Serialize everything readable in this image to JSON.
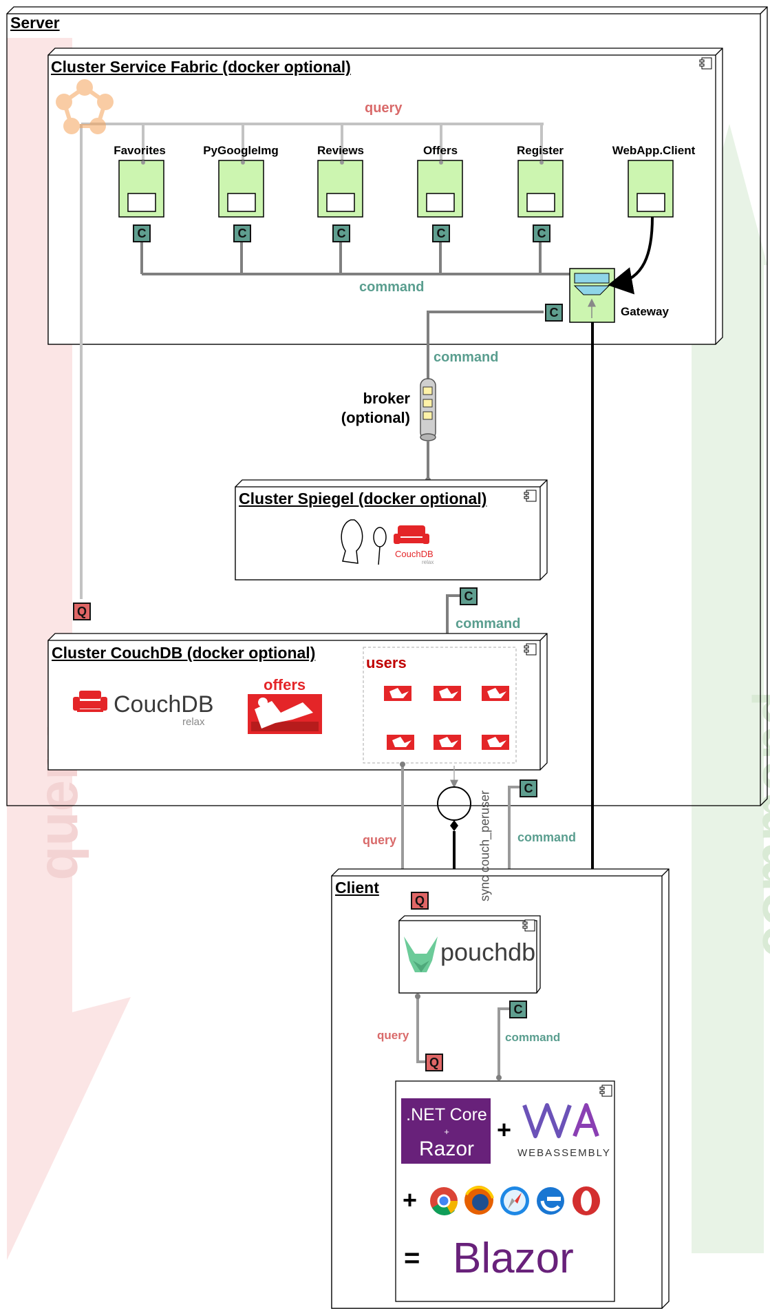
{
  "server": {
    "title": "Server"
  },
  "fabric": {
    "title": "Cluster Service Fabric (docker optional)",
    "query_label": "query",
    "command_label": "command",
    "services": [
      "Favorites",
      "PyGoogleImg",
      "Reviews",
      "Offers",
      "Register",
      "WebApp.Client"
    ],
    "gateway_label": "Gateway"
  },
  "broker": {
    "label_line1": "broker",
    "label_line2": "(optional)",
    "command_label": "command"
  },
  "spiegel": {
    "title": "Cluster Spiegel (docker optional)",
    "couchdb_small": "CouchDB",
    "couchdb_relax": "relax"
  },
  "couch_cluster": {
    "title": "Cluster CouchDB (docker optional)",
    "couchdb_logo": "CouchDB",
    "couchdb_relax": "relax",
    "offers_label": "offers",
    "users_label": "users",
    "command_label": "command"
  },
  "sync": {
    "label": "sync couch_peruser",
    "query_label": "query",
    "command_label": "command"
  },
  "client": {
    "title": "Client",
    "pouchdb": "pouchdb",
    "query_label": "query",
    "command_label": "command",
    "netcore_line1": ".NET Core",
    "netcore_plus": "+",
    "netcore_line2": "Razor",
    "plus": "+",
    "wasm": "WEBASSEMBLY",
    "equals": "=",
    "blazor": "Blazor"
  },
  "badges": {
    "c": "C",
    "q": "Q"
  },
  "background": {
    "query": "query",
    "command": "command"
  },
  "colors": {
    "teal": "#5a9e8f",
    "red": "#d96a6a",
    "service_green": "#ccf5b0",
    "badge_c": "#5f9e8f",
    "badge_q": "#e06666",
    "couch_red": "#e42528",
    "netcore_purple": "#68217a",
    "blazor_purple": "#68217a",
    "wasm_purple": "#654ff0",
    "pouch_green": "#6ccb99"
  }
}
